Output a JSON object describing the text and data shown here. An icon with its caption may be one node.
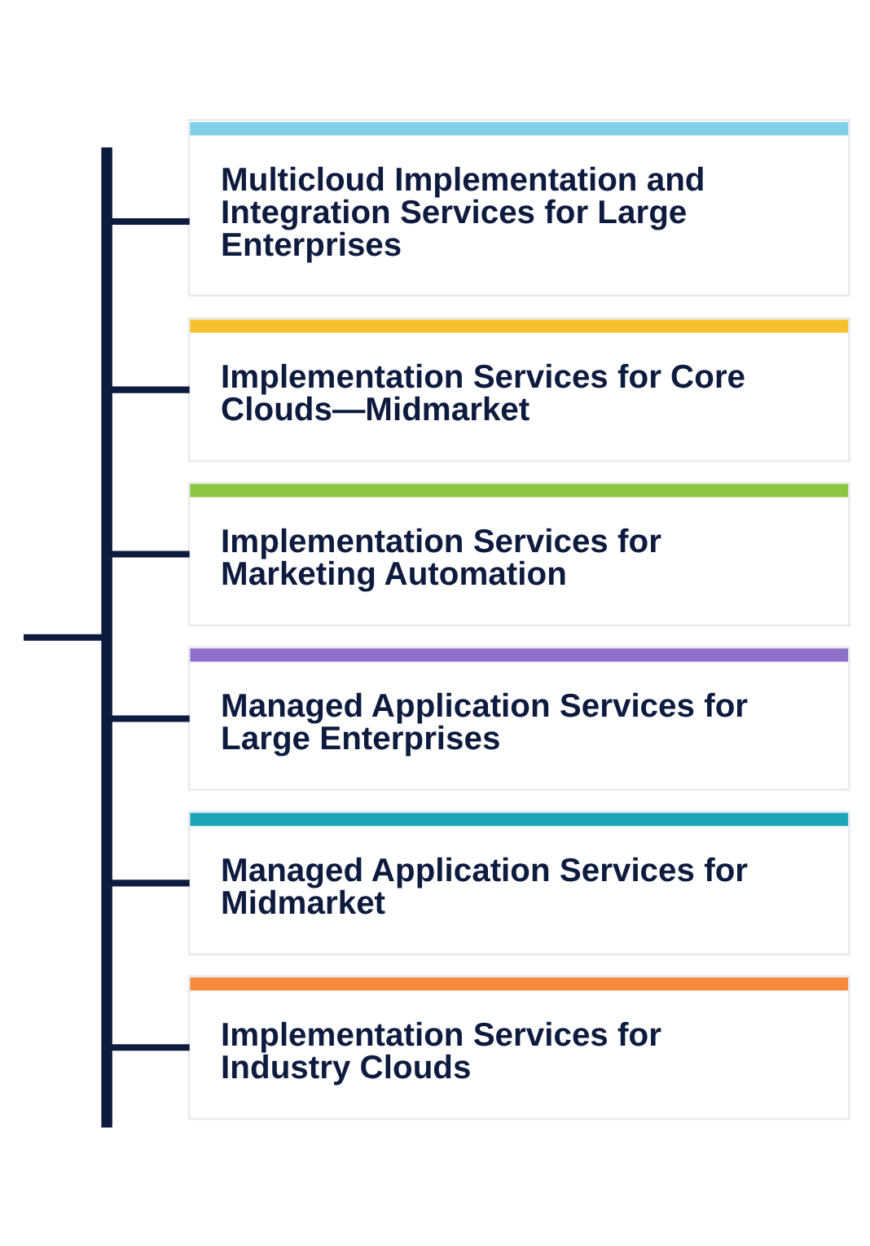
{
  "diagram": {
    "nodes": [
      {
        "text": [],
        "shape": "bar"
      },
      {
        "text": [
          "Multicloud Implementation and Integration Services for Large Enterprises"
        ]
      },
      {
        "text": [
          "Implementation Services for Core Clouds—Midmarket"
        ]
      },
      {
        "text": [
          "Implementation Services for Marketing Automation"
        ]
      },
      {
        "text": [
          "Managed Application Services for Large Enterprises"
        ]
      },
      {
        "text": [
          "Managed Application Services for Midmarket"
        ]
      },
      {
        "text": [
          "Implementation Services for Industry Clouds"
        ]
      }
    ],
    "edges": [
      {
        "from": null,
        "to": 0,
        "arrow": "none"
      },
      {
        "from": 0,
        "to": 1,
        "arrow": "none"
      },
      {
        "from": 0,
        "to": 2,
        "arrow": "none"
      },
      {
        "from": 0,
        "to": 3,
        "arrow": "none"
      },
      {
        "from": 0,
        "to": 4,
        "arrow": "none"
      },
      {
        "from": 0,
        "to": 5,
        "arrow": "none"
      },
      {
        "from": 0,
        "to": 6,
        "arrow": "none"
      }
    ]
  }
}
